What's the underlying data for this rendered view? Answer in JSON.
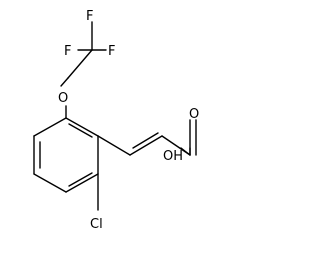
{
  "molecule": {
    "atoms": {
      "f_top": "F",
      "f_left": "F",
      "f_right": "F",
      "o_ether": "O",
      "o_carbonyl": "O",
      "oh": "OH",
      "cl": "Cl"
    }
  }
}
